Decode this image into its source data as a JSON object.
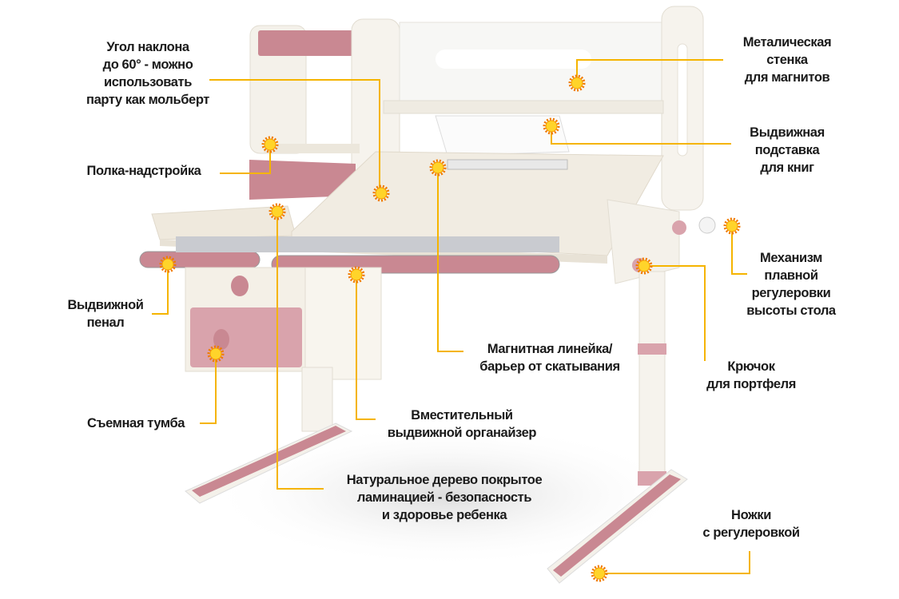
{
  "colors": {
    "leader": "#f5b400",
    "marker_fill": "#ffd42a",
    "marker_ray": "#f07a00",
    "pink": "#c98892",
    "body": "#f3efe6"
  },
  "callouts": [
    {
      "id": "tilt",
      "lines": [
        "Угол наклона",
        "до 60° - можно",
        "использовать",
        "парту как мольберт"
      ]
    },
    {
      "id": "metal-wall",
      "lines": [
        "Металическая",
        "стенка",
        "для магнитов"
      ]
    },
    {
      "id": "book-stand",
      "lines": [
        "Выдвижная",
        "подставка",
        "для книг"
      ]
    },
    {
      "id": "shelf",
      "lines": [
        "Полка-надстройка"
      ]
    },
    {
      "id": "ruler",
      "lines": [
        "Магнитная линейка/",
        "барьер от скатывания"
      ]
    },
    {
      "id": "wood",
      "lines": [
        "Натуральное дерево покрытое",
        "ламинацией - безопасность",
        "и здоровье ребенка"
      ]
    },
    {
      "id": "pencil-case",
      "lines": [
        "Выдвижной",
        "пенал"
      ]
    },
    {
      "id": "organizer",
      "lines": [
        "Вместительный",
        "выдвижной органайзер"
      ]
    },
    {
      "id": "cabinet",
      "lines": [
        "Съемная тумба"
      ]
    },
    {
      "id": "height-mech",
      "lines": [
        "Механизм",
        "плавной",
        "регулеровки",
        "высоты стола"
      ]
    },
    {
      "id": "hook",
      "lines": [
        "Крючок",
        "для портфеля"
      ]
    },
    {
      "id": "legs",
      "lines": [
        "Ножки",
        "с регулеровкой"
      ]
    }
  ]
}
